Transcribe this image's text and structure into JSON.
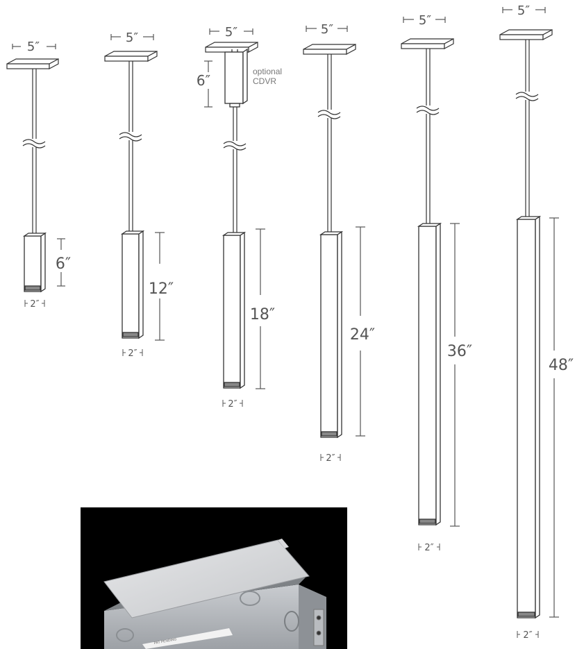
{
  "fixtures": [
    {
      "canopy_width": "5″",
      "body_length": "6″",
      "body_width": "2″"
    },
    {
      "canopy_width": "5″",
      "body_length": "12″",
      "body_width": "2″"
    },
    {
      "canopy_width": "5″",
      "body_length": "18″",
      "body_width": "2″"
    },
    {
      "canopy_width": "5″",
      "body_length": "24″",
      "body_width": "2″"
    },
    {
      "canopy_width": "5″",
      "body_length": "36″",
      "body_width": "2″"
    },
    {
      "canopy_width": "5″",
      "body_length": "48″",
      "body_width": "2″"
    }
  ],
  "optional_cover": {
    "height": "6″",
    "note_line1": "optional",
    "note_line2": "CDVR"
  },
  "junction_box_photo": {
    "label_text": "PAT PENDING"
  }
}
